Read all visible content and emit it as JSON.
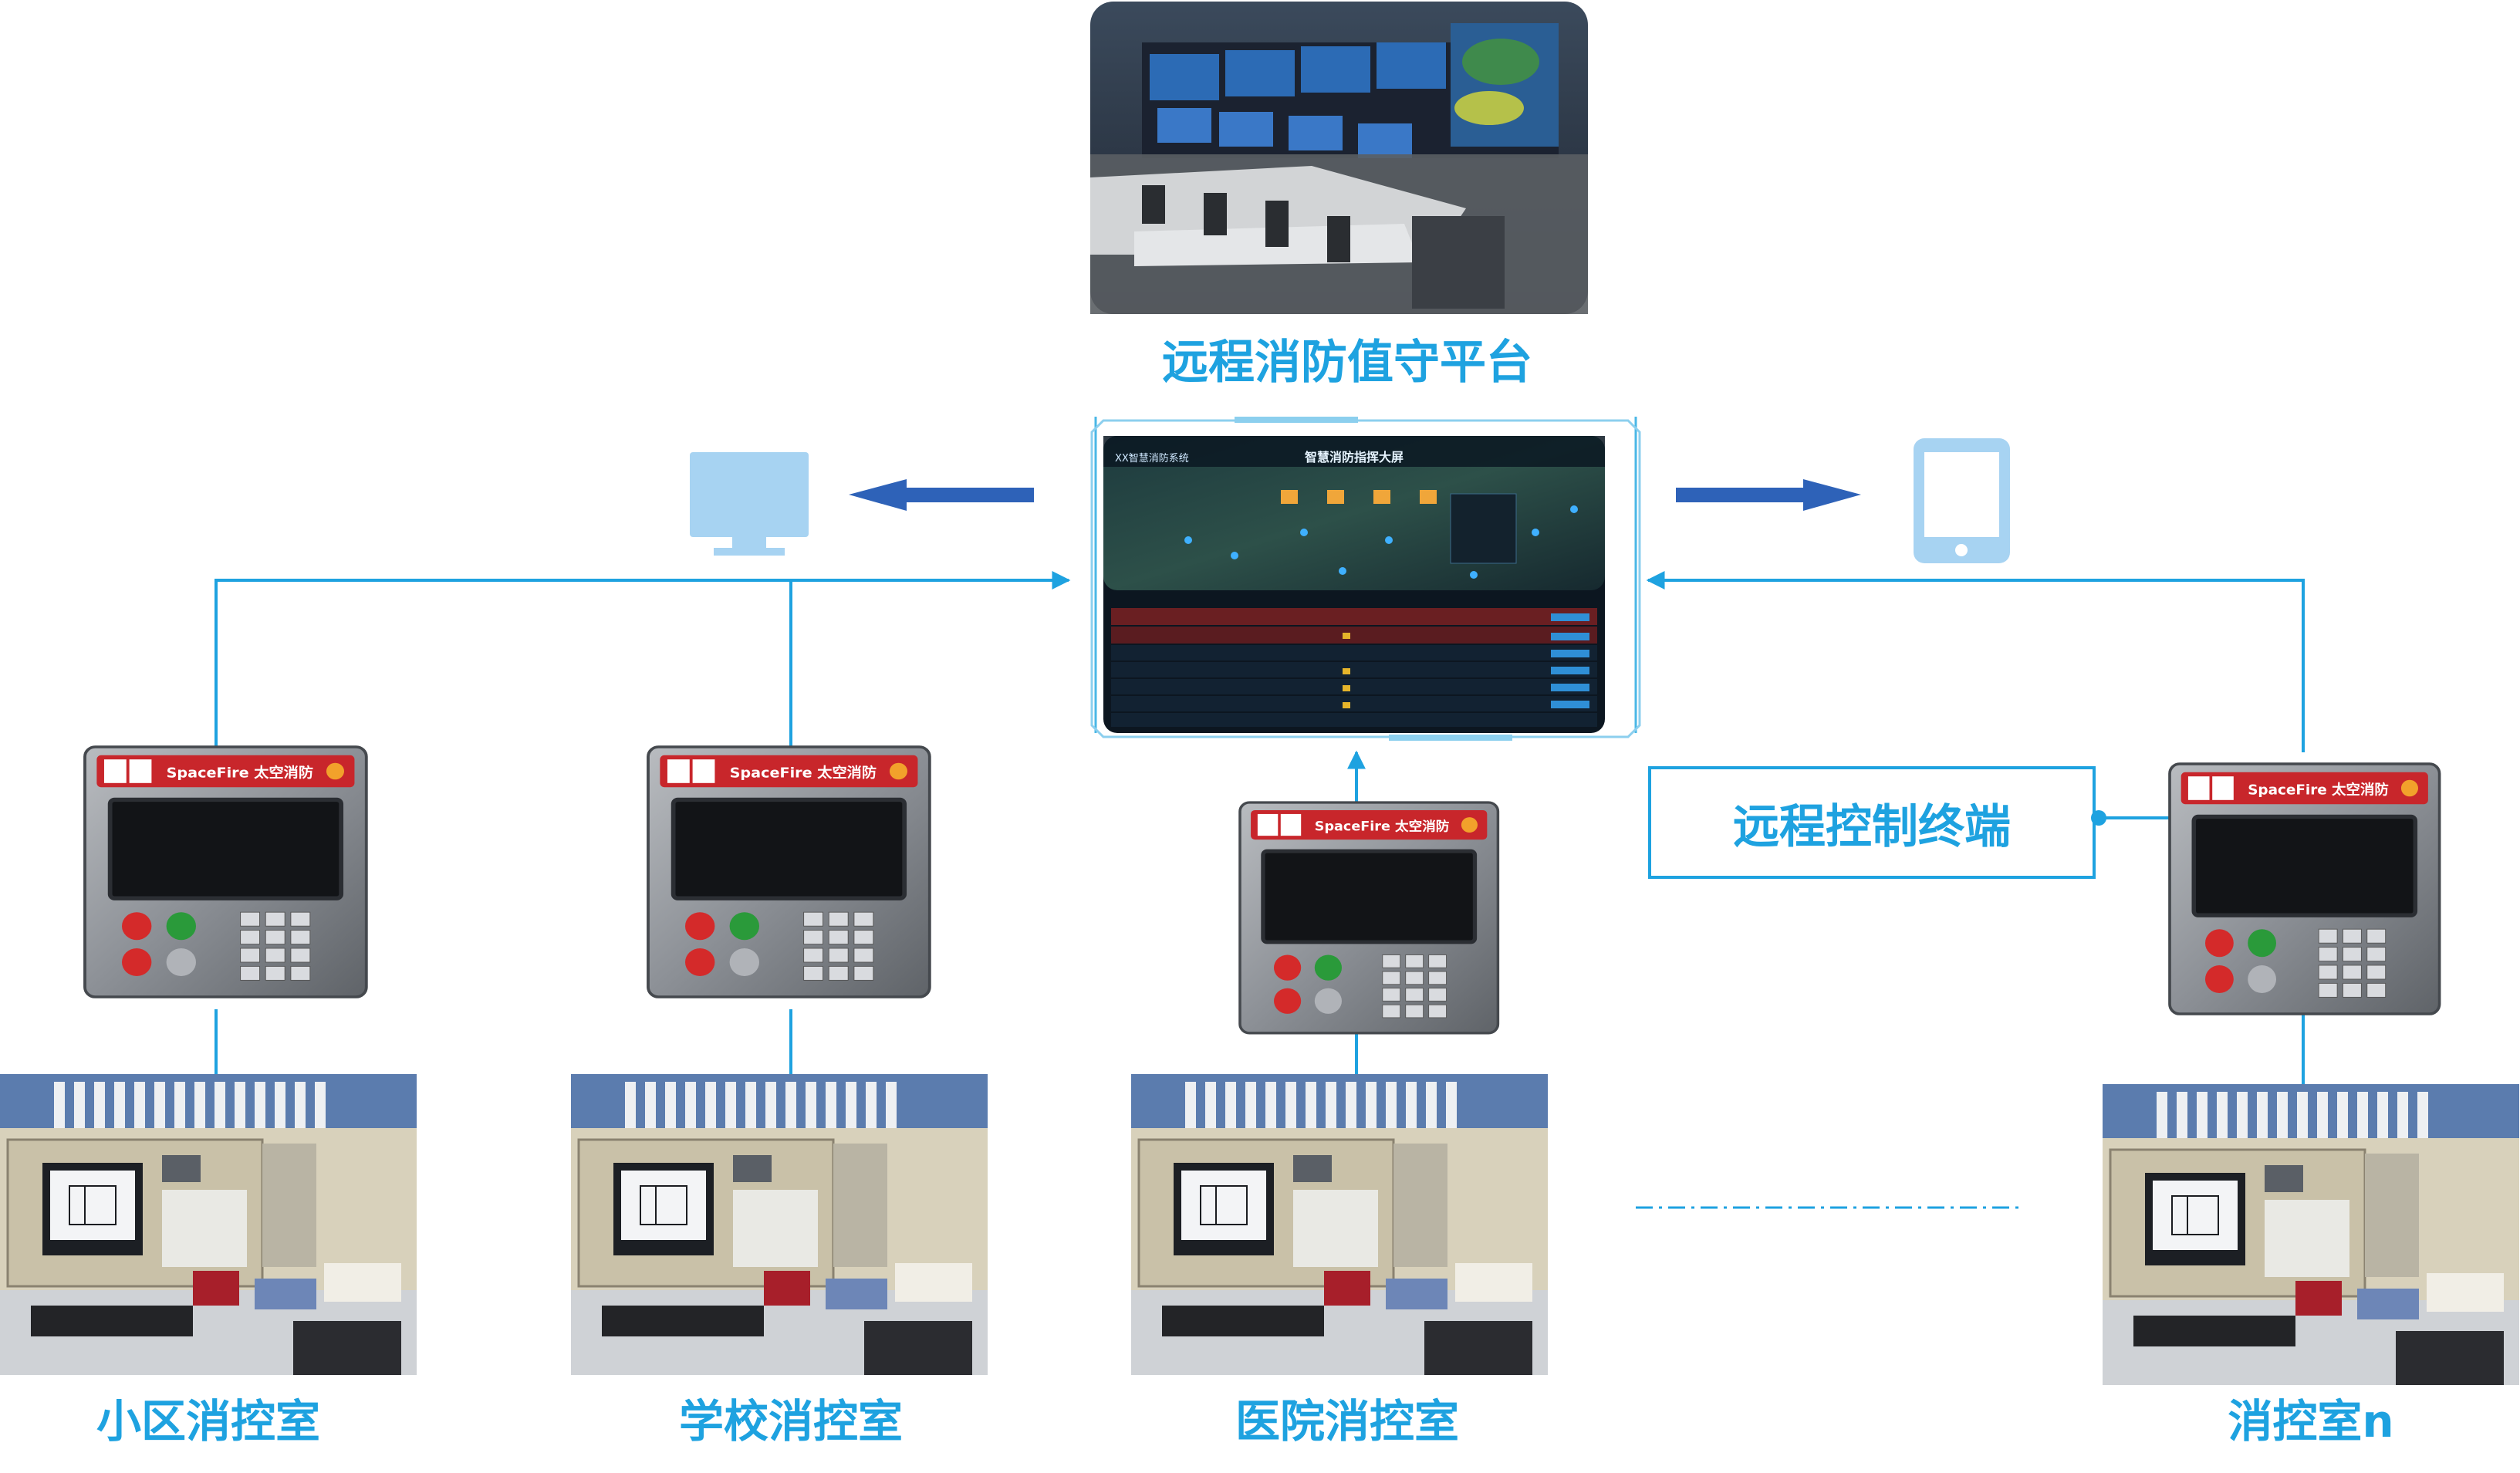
{
  "platform": {
    "title": "远程消防值守平台"
  },
  "control_terminal": {
    "label": "远程控制终端"
  },
  "device": {
    "brand": "SpaceFire 太空消防"
  },
  "dashboard": {
    "header_title": "智慧消防指挥大屏",
    "system_name": "XX智慧消防系统"
  },
  "rooms": [
    {
      "label": "小区消控室"
    },
    {
      "label": "学校消控室"
    },
    {
      "label": "医院消控室"
    },
    {
      "label": "消控室n"
    }
  ],
  "colors": {
    "connector": "#1ea2e0",
    "label": "#1ea2e0",
    "arrow": "#2e62b8",
    "icon": "#a7d3f2"
  }
}
